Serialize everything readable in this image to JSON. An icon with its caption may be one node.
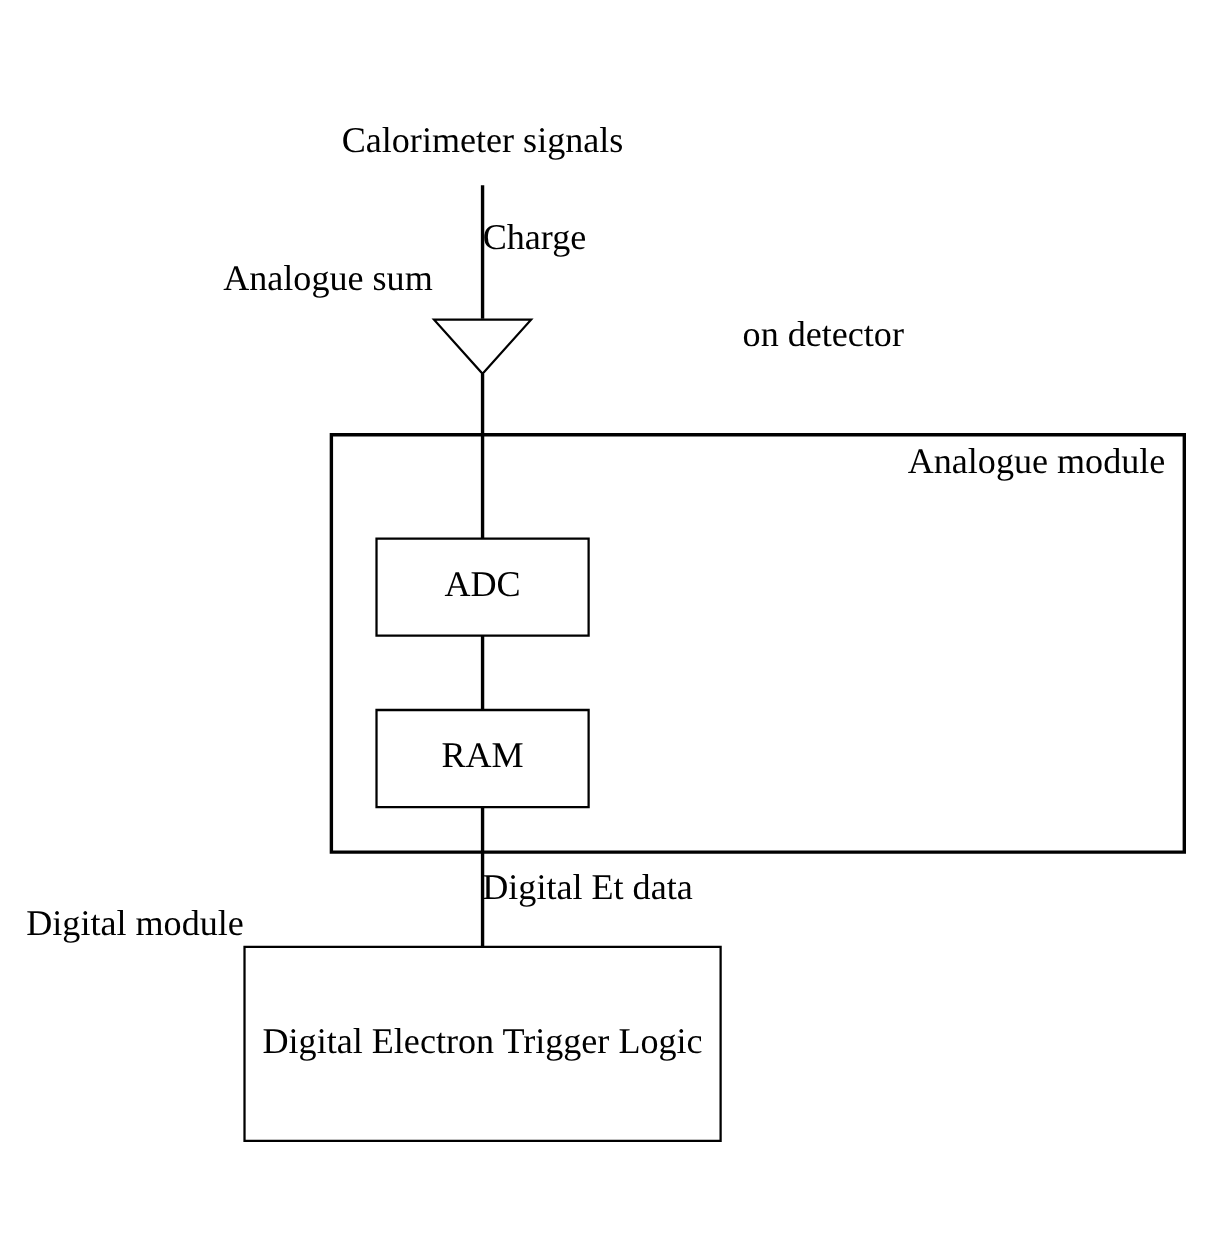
{
  "diagram": {
    "nodes": [
      {
        "text": [
          "Calorimeter signals"
        ]
      },
      {
        "text": [],
        "shape": "triangle",
        "beside": [
          "Analogue sum"
        ]
      },
      {
        "text": [
          "Analogue module"
        ]
      },
      {
        "text": [
          "ADC"
        ],
        "in": 2
      },
      {
        "text": [
          "RAM"
        ],
        "in": 2
      },
      {
        "text": [
          "Digital module",
          "Digital Electron Trigger Logic"
        ]
      }
    ],
    "edges": [
      {
        "from": 0,
        "to": 1,
        "arrow": "none",
        "label": "Charge"
      },
      {
        "from": 1,
        "to": 3,
        "arrow": "none"
      },
      {
        "from": 3,
        "to": 4,
        "arrow": "none"
      },
      {
        "from": 4,
        "to": 5,
        "arrow": "none",
        "label": "Digital Et data"
      }
    ],
    "labels": [
      "on detector"
    ]
  }
}
